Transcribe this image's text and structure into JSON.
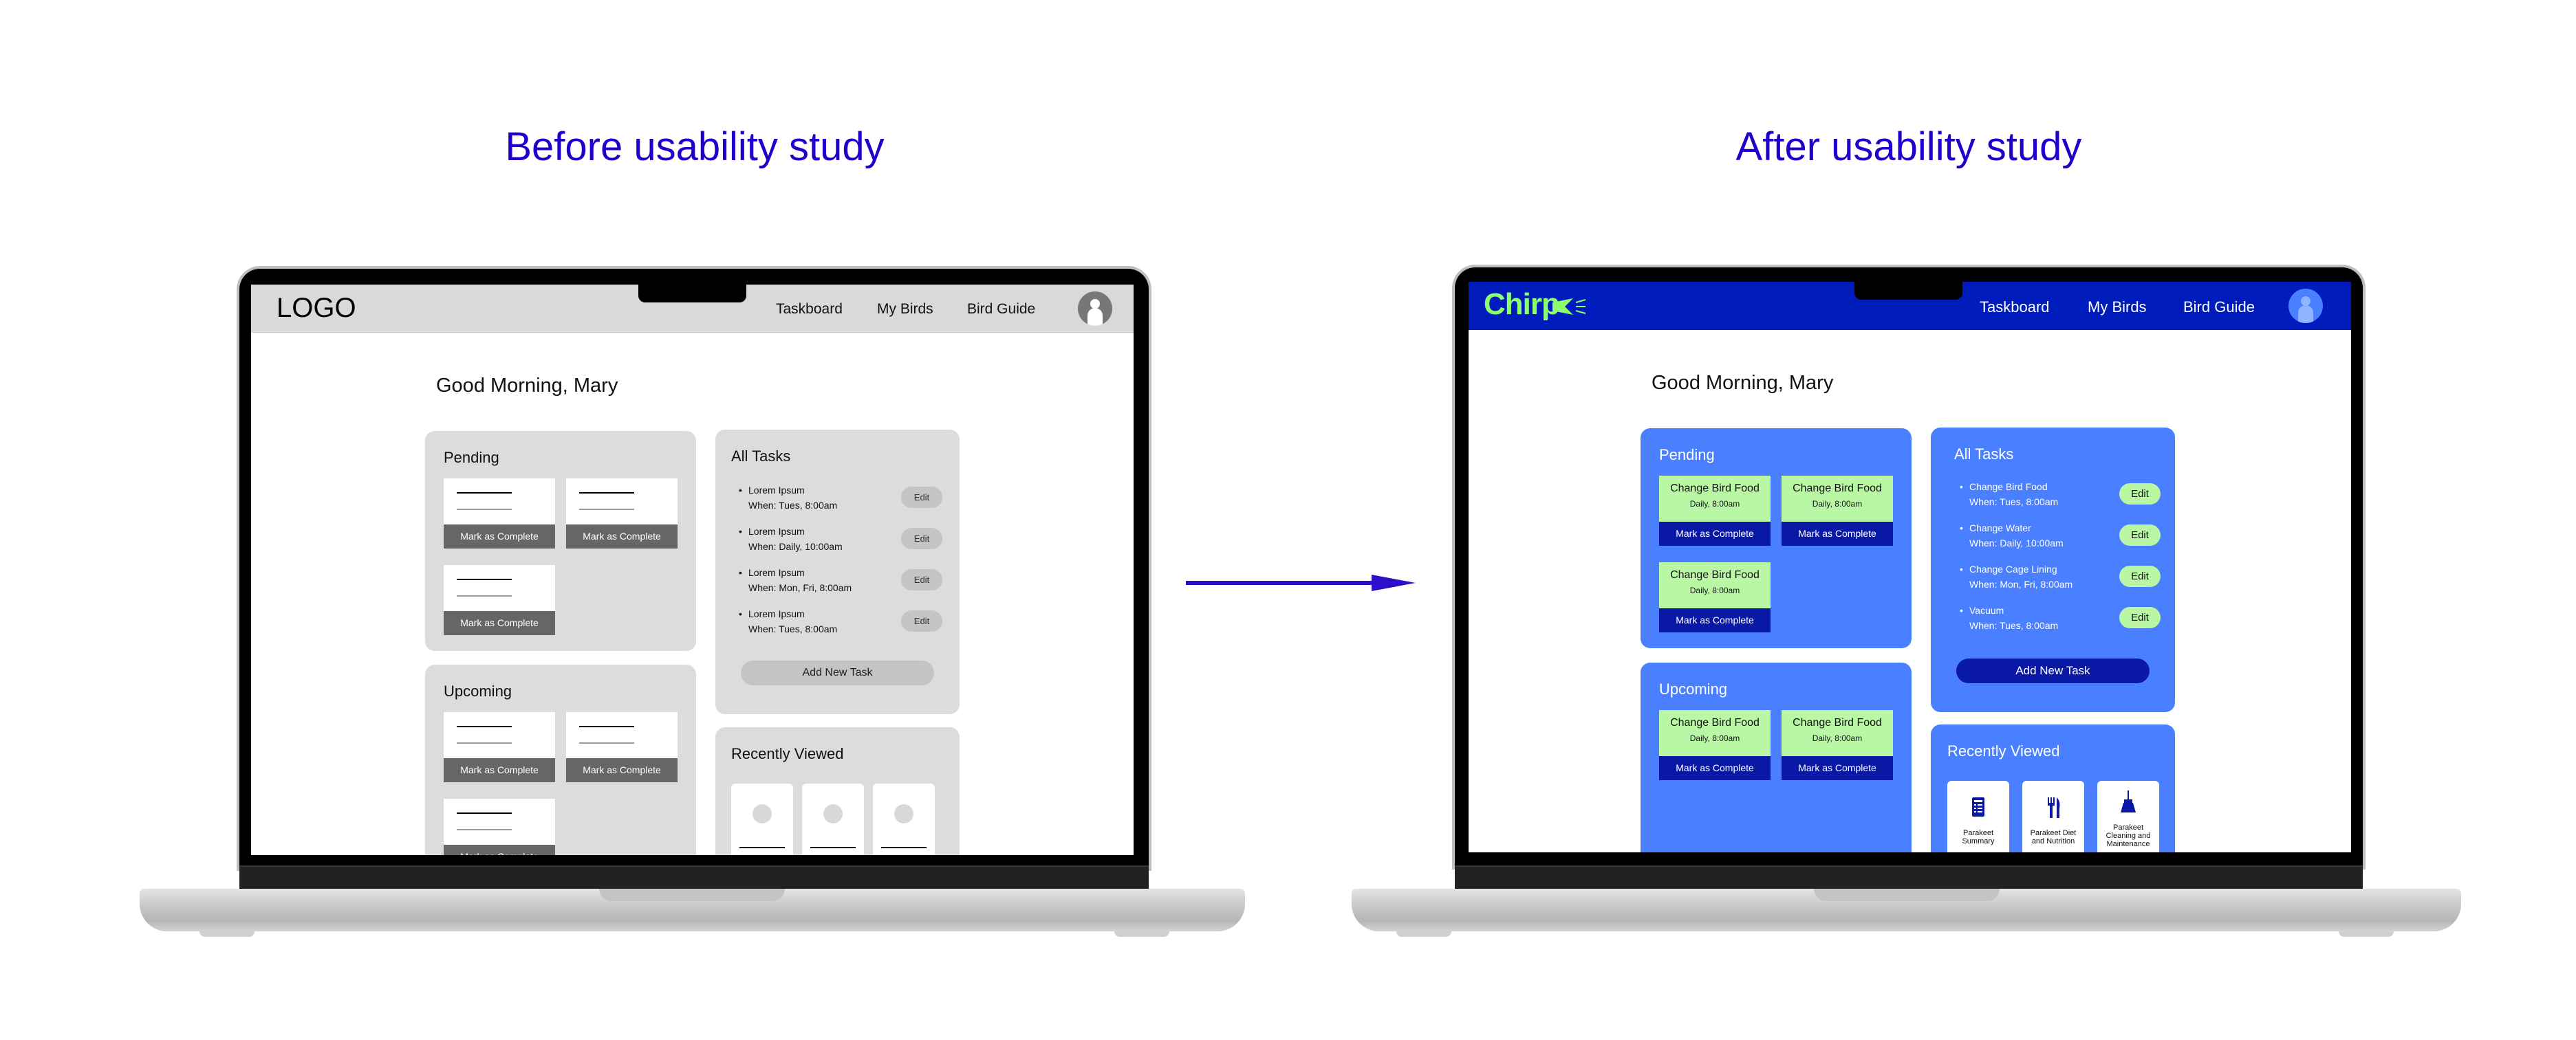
{
  "titles": {
    "before": "Before usability study",
    "after": "After usability study"
  },
  "colors": {
    "title": "#2200cc",
    "nav_after": "#001cbd",
    "card_after": "#4a80ff",
    "tile_after": "#b9f7a4",
    "button_after": "#0a18a6",
    "logo_after": "#8cff6e"
  },
  "before": {
    "logo": "LOGO",
    "nav": [
      "Taskboard",
      "My Birds",
      "Bird Guide"
    ],
    "greeting": "Good Morning, Mary",
    "pending": {
      "title": "Pending",
      "button": "Mark as Complete"
    },
    "upcoming": {
      "title": "Upcoming",
      "button": "Mark as Complete"
    },
    "all_tasks": {
      "title": "All Tasks",
      "edit": "Edit",
      "add": "Add New Task",
      "items": [
        {
          "name": "Lorem Ipsum",
          "when": "When: Tues, 8:00am"
        },
        {
          "name": "Lorem Ipsum",
          "when": "When: Daily, 10:00am"
        },
        {
          "name": "Lorem Ipsum",
          "when": "When: Mon, Fri, 8:00am"
        },
        {
          "name": "Lorem Ipsum",
          "when": "When: Tues, 8:00am"
        }
      ]
    },
    "recent": {
      "title": "Recently Viewed"
    }
  },
  "after": {
    "logo": "Chirp",
    "nav": [
      "Taskboard",
      "My Birds",
      "Bird Guide"
    ],
    "greeting": "Good Morning, Mary",
    "task_name": "Change Bird Food",
    "task_when": "Daily, 8:00am",
    "pending": {
      "title": "Pending",
      "button": "Mark as Complete"
    },
    "upcoming": {
      "title": "Upcoming",
      "button": "Mark as Complete"
    },
    "all_tasks": {
      "title": "All Tasks",
      "edit": "Edit",
      "add": "Add New Task",
      "items": [
        {
          "name": "Change Bird Food",
          "when": "When: Tues, 8:00am"
        },
        {
          "name": "Change Water",
          "when": "When: Daily, 10:00am"
        },
        {
          "name": "Change Cage Lining",
          "when": "When: Mon, Fri, 8:00am"
        },
        {
          "name": "Vacuum",
          "when": "When: Tues, 8:00am"
        }
      ]
    },
    "recent": {
      "title": "Recently Viewed",
      "items": [
        {
          "label": "Parakeet Summary",
          "icon": "calculator-icon"
        },
        {
          "label": "Parakeet Diet and Nutrition",
          "icon": "utensils-icon"
        },
        {
          "label": "Parakeet Cleaning and Maintenance",
          "icon": "broom-icon"
        }
      ]
    }
  }
}
